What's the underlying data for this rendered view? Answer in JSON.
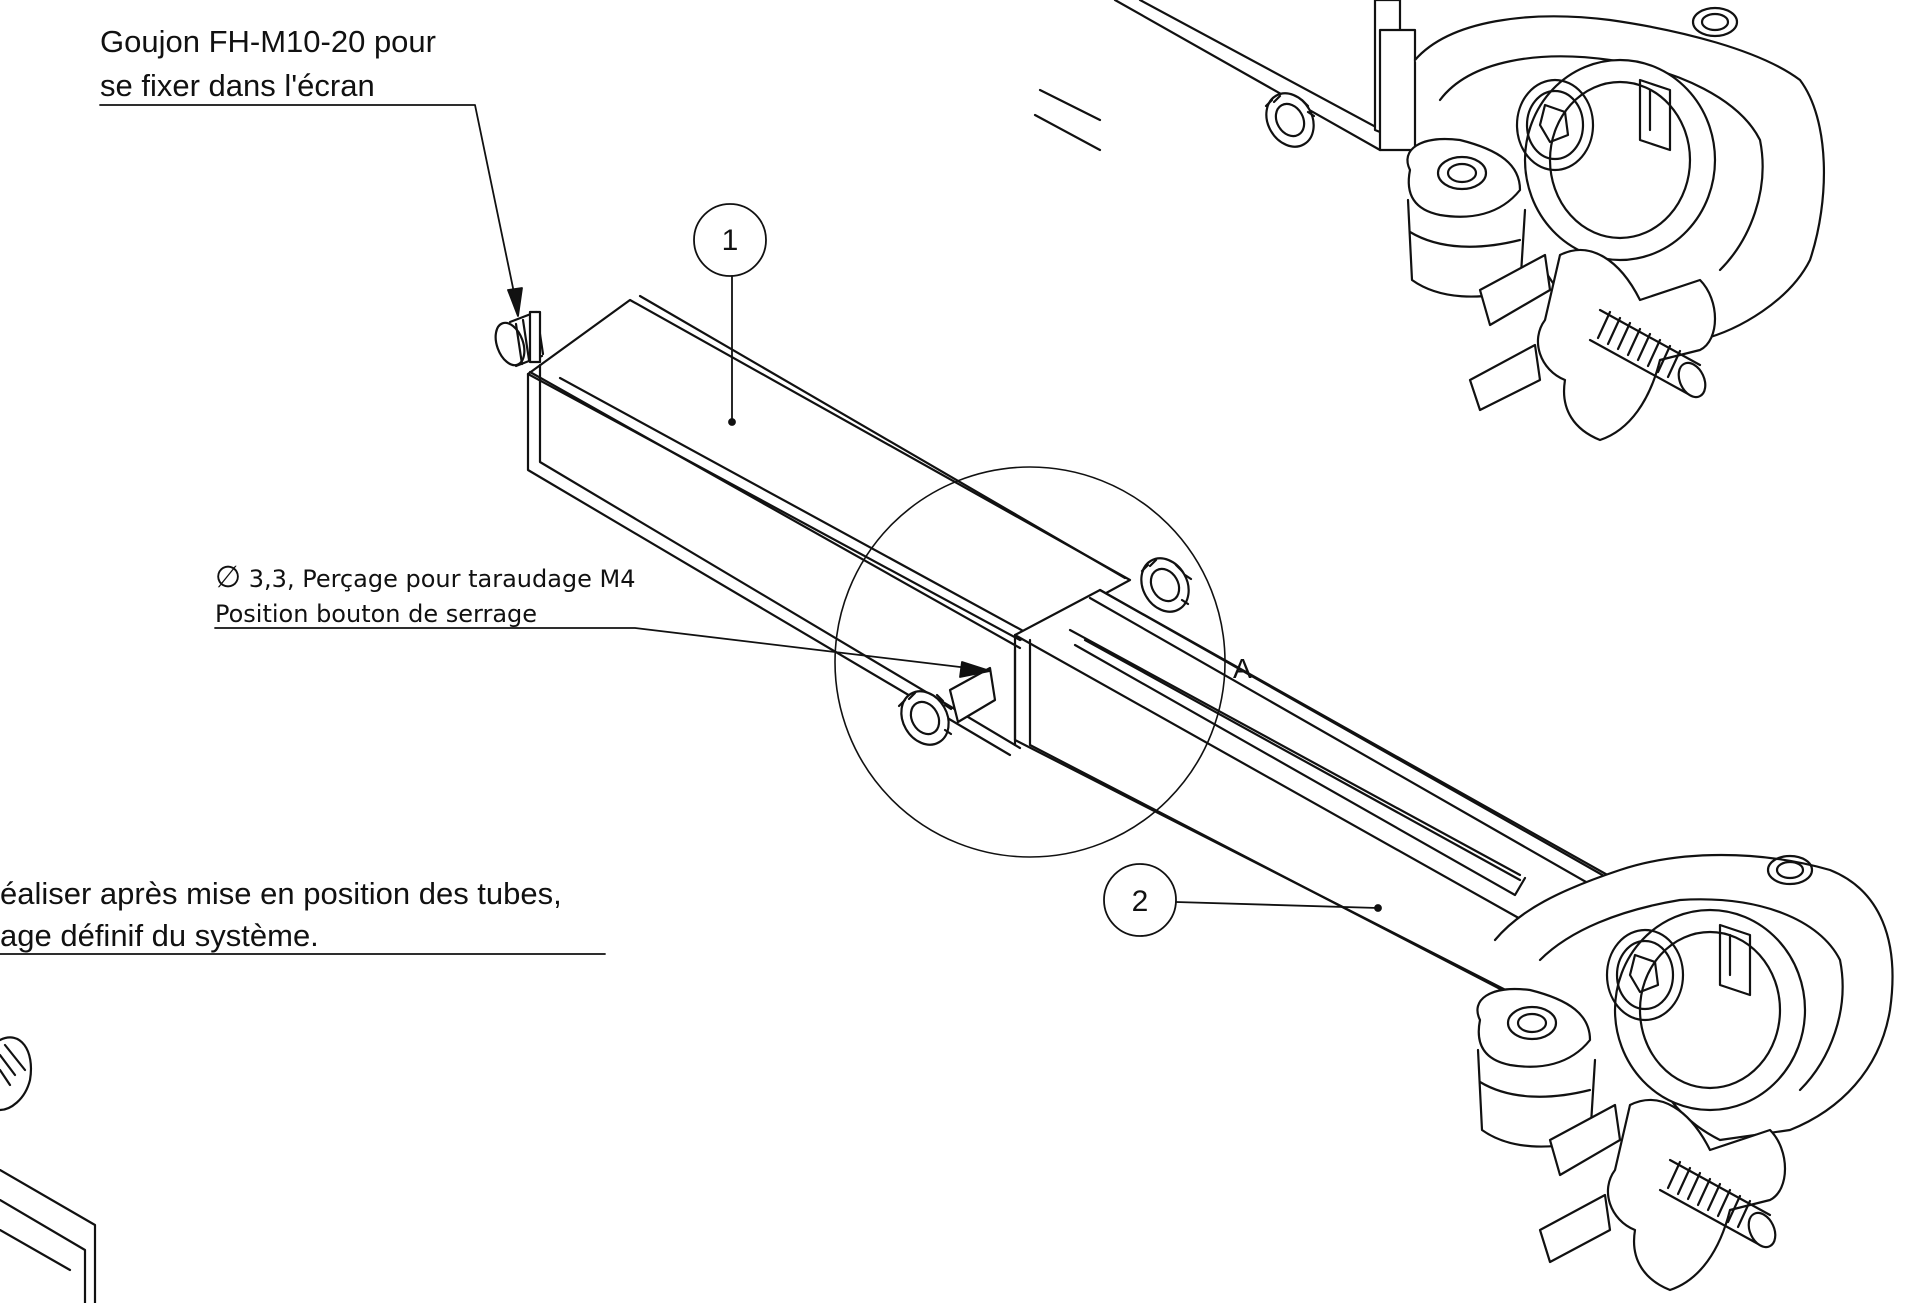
{
  "annotations": {
    "stud_line1": "Goujon FH-M10-20 pour",
    "stud_line2": "se fixer dans l'écran",
    "drill_symbol": "∅",
    "drill_line1": "3,3, Perçage pour taraudage M4",
    "drill_line2": "Position bouton de serrage",
    "bottom_line1": "éaliser après mise en position des tubes,",
    "bottom_line2": "age définif du système."
  },
  "balloons": {
    "item1": "1",
    "item2": "2"
  },
  "detail_label": "A",
  "colors": {
    "line": "#111111",
    "background": "#ffffff"
  }
}
